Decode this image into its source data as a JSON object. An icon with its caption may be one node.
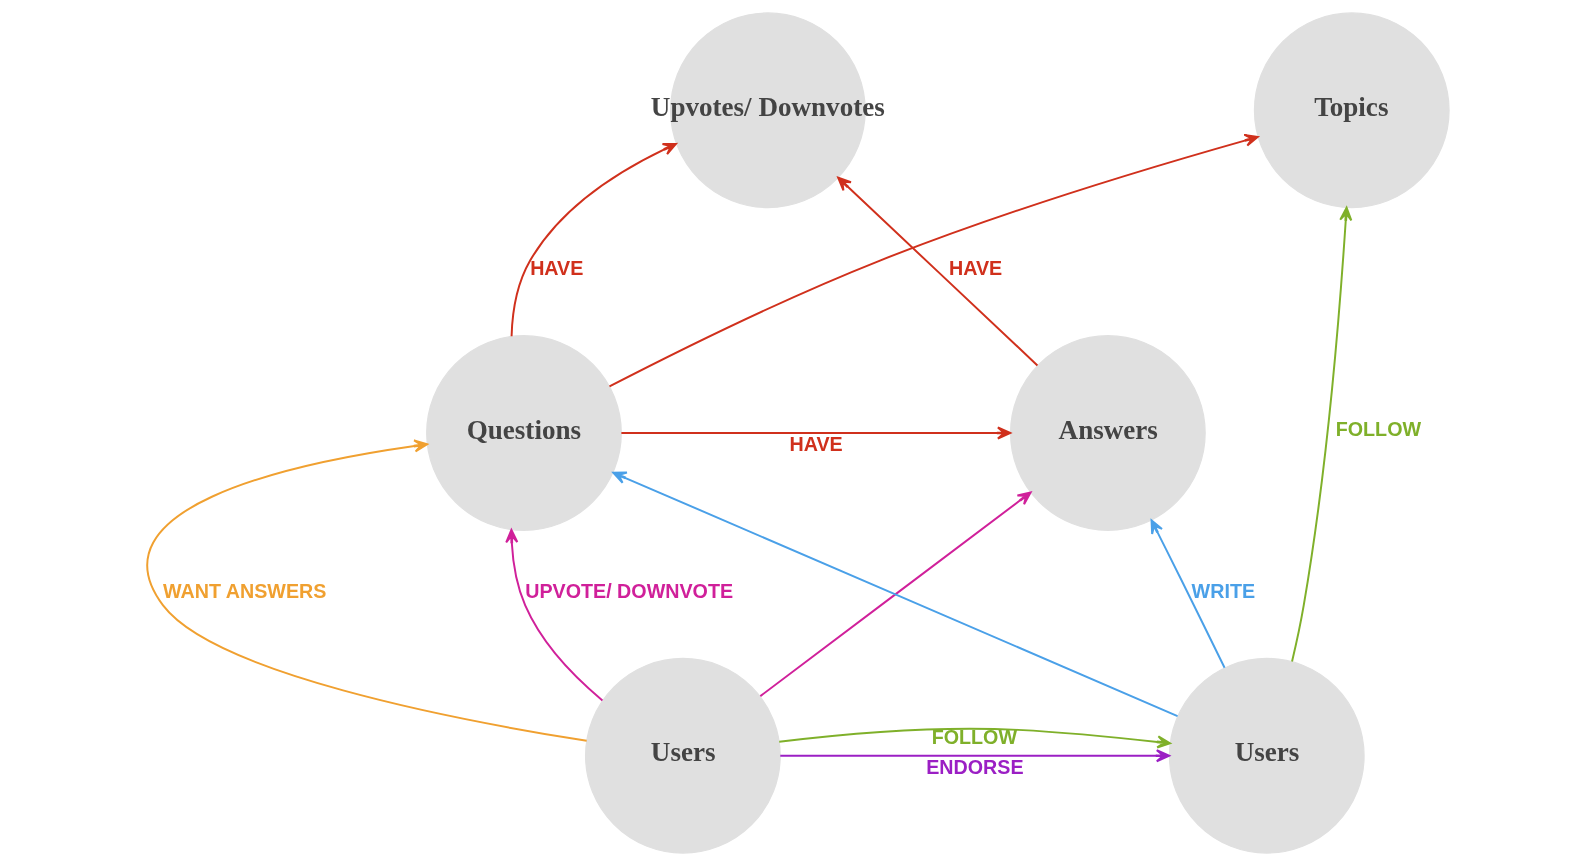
{
  "diagram": {
    "nodes": [
      {
        "text": [
          "Upvotes/ Downvotes"
        ]
      },
      {
        "text": [
          "Topics"
        ]
      },
      {
        "text": [
          "Questions"
        ]
      },
      {
        "text": [
          "Answers"
        ]
      },
      {
        "text": [
          "Users"
        ]
      },
      {
        "text": [
          "Users"
        ]
      }
    ],
    "edges": [
      {
        "from": 2,
        "to": 0,
        "arrow": "to",
        "label": "HAVE",
        "color": "#d0301c"
      },
      {
        "from": 2,
        "to": 1,
        "arrow": "to",
        "color": "#d0301c"
      },
      {
        "from": 2,
        "to": 3,
        "arrow": "to",
        "label": "HAVE",
        "color": "#d0301c"
      },
      {
        "from": 3,
        "to": 0,
        "arrow": "to",
        "label": "HAVE",
        "color": "#d0301c"
      },
      {
        "from": 4,
        "to": 2,
        "arrow": "to",
        "label": "WANT ANSWERS",
        "color": "#f0a030"
      },
      {
        "from": 4,
        "to": 2,
        "arrow": "to",
        "label": "UPVOTE/ DOWNVOTE",
        "color": "#d0209a"
      },
      {
        "from": 4,
        "to": 3,
        "arrow": "to",
        "color": "#d0209a"
      },
      {
        "from": 4,
        "to": 5,
        "arrow": "to",
        "label": "ENDORSE",
        "color": "#9b1fc4"
      },
      {
        "from": 4,
        "to": 5,
        "arrow": "to",
        "label": "FOLLOW",
        "color": "#7fb02a"
      },
      {
        "from": 5,
        "to": 2,
        "arrow": "to",
        "color": "#4aa0e8"
      },
      {
        "from": 5,
        "to": 3,
        "arrow": "to",
        "label": "WRITE",
        "color": "#4aa0e8"
      },
      {
        "from": 5,
        "to": 1,
        "arrow": "to",
        "label": "FOLLOW",
        "color": "#7fb02a"
      }
    ]
  }
}
